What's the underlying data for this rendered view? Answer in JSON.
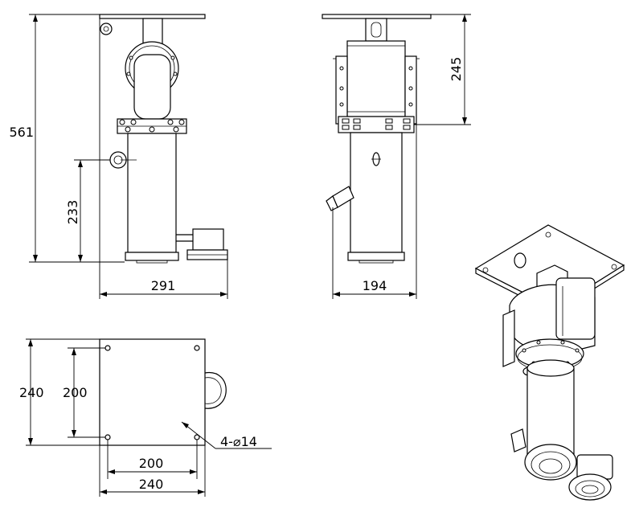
{
  "drawing": {
    "side_view": {
      "overall_height": "561",
      "mount_height": "233",
      "overall_width": "291"
    },
    "front_view": {
      "top_height": "245",
      "width": "194"
    },
    "plate_view": {
      "plate_height": "240",
      "hole_spacing_vertical": "200",
      "hole_spacing_horizontal": "200",
      "plate_width": "240",
      "hole_callout": "4-⌀14"
    }
  }
}
